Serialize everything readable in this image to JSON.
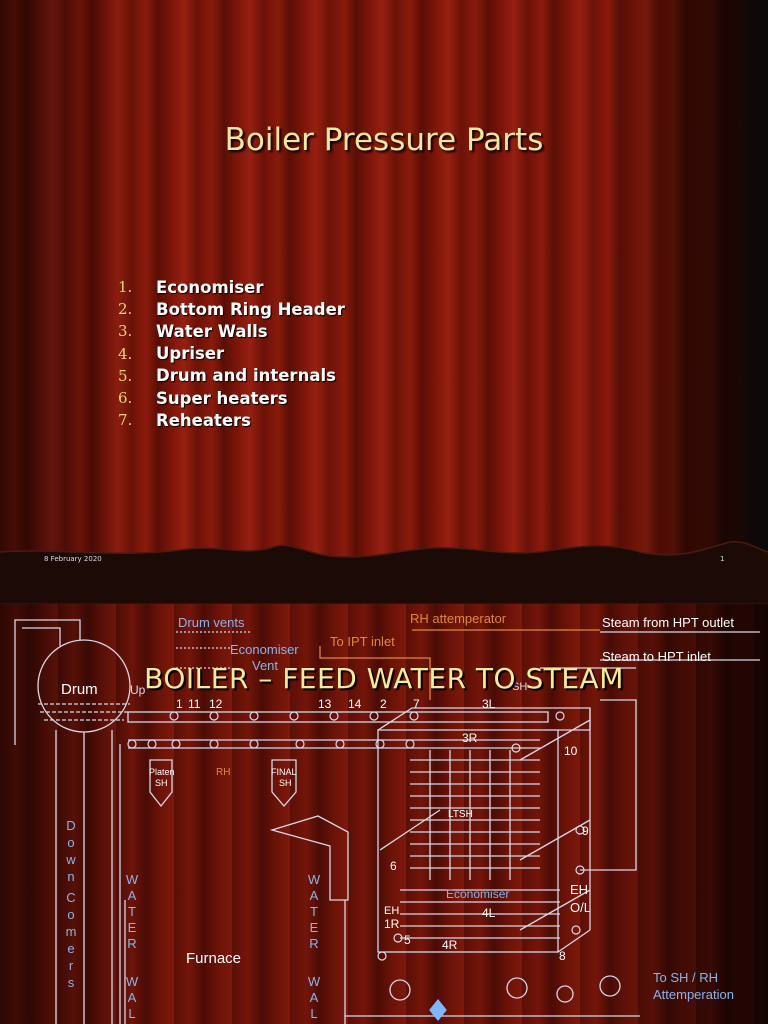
{
  "slide1": {
    "title": "Boiler Pressure Parts",
    "items": [
      {
        "num": "1.",
        "label": "Economiser"
      },
      {
        "num": "2.",
        "label": "Bottom Ring Header"
      },
      {
        "num": "3.",
        "label": "Water Walls"
      },
      {
        "num": "4.",
        "label": "Upriser"
      },
      {
        "num": "5.",
        "label": "Drum and internals"
      },
      {
        "num": "6.",
        "label": "Super heaters"
      },
      {
        "num": "7.",
        "label": "Reheaters"
      }
    ],
    "footer_date": "8 February 2020",
    "footer_page": "1"
  },
  "slide2": {
    "title": "BOILER – FEED WATER TO STEAM",
    "labels": {
      "drum": "Drum",
      "drum_vents": "Drum vents",
      "economiser_vent_1": "Economiser",
      "economiser_vent_2": "Vent",
      "riser": "Up",
      "rh_attemperator": "RH attemperator",
      "to_ipt_inlet": "To IPT inlet",
      "steam_from_hpt": "Steam from HPT outlet",
      "steam_to_hpt": "Steam to HPT inlet",
      "platen_sh_1": "Platen",
      "platen_sh_2": "SH",
      "rh": "RH",
      "final_sh_1": "FINAL",
      "final_sh_2": "SH",
      "ltsh": "LTSH",
      "economiser": "Economiser",
      "furnace": "Furnace",
      "eh": "EH",
      "eh_ol_1": "EH",
      "eh_ol_2": "O/L",
      "to_sh_rh_1": "To SH / RH",
      "to_sh_rh_2": "Attemperation",
      "sh_attemp": "SH"
    },
    "numbers": [
      "1",
      "11",
      "12",
      "13",
      "14",
      "2",
      "7",
      "3L",
      "3R",
      "10",
      "9",
      "6",
      "4L",
      "4R",
      "5",
      "1R",
      "8"
    ],
    "down_comers": [
      "D",
      "o",
      "w",
      "n",
      "C",
      "o",
      "m",
      "e",
      "r",
      "s"
    ],
    "water_wall": [
      "W",
      "A",
      "T",
      "E",
      "R",
      "W",
      "A",
      "L"
    ]
  },
  "colors": {
    "list_numbers": "#e7d57a",
    "title": "#f2e6a0",
    "diagram_lines": "#d8d8e8",
    "rh_label": "#e0893a",
    "cyan_label": "#8ab4e8"
  }
}
